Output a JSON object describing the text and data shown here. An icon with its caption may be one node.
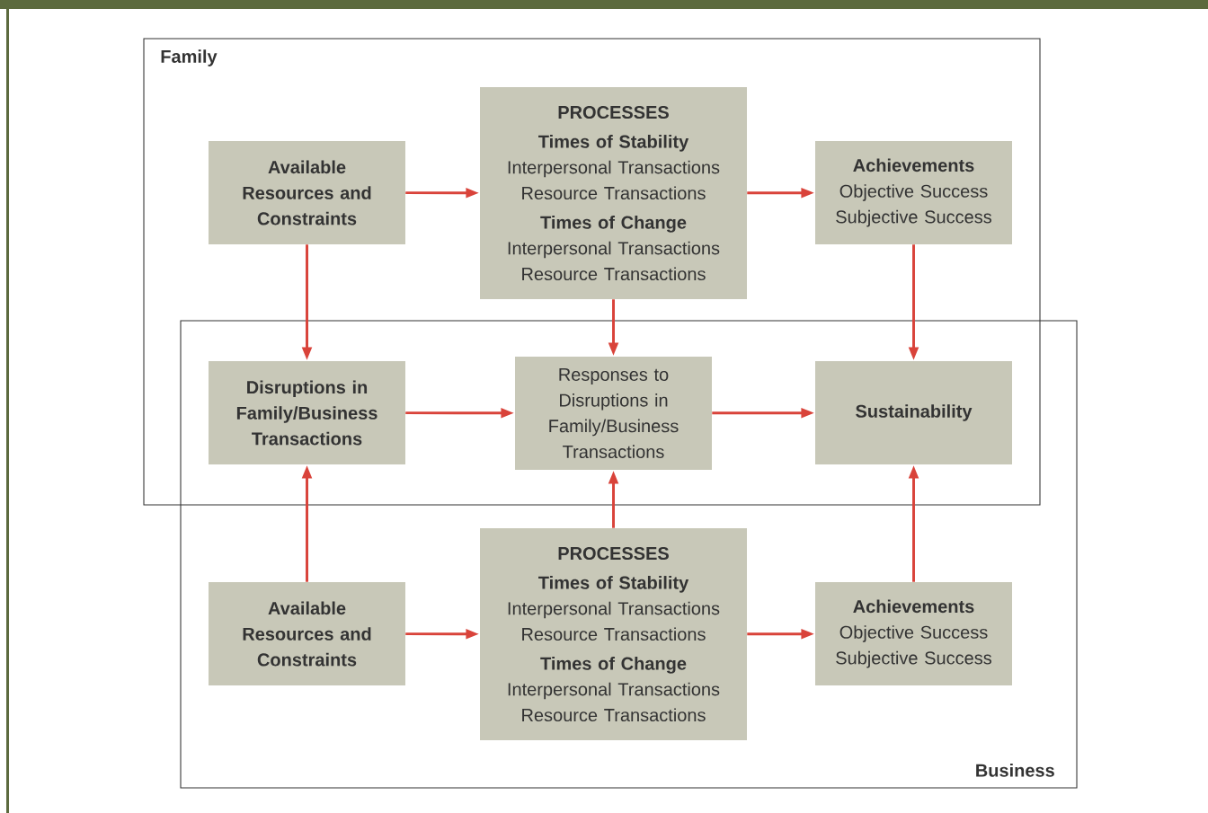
{
  "diagram": {
    "nodes": [
      {
        "text": [
          "Family"
        ]
      },
      {
        "text": [
          "Business"
        ]
      },
      {
        "text": [
          "Available Resources and Constraints"
        ],
        "in": 0
      },
      {
        "text": [
          "PROCESSES",
          "Times of Stability",
          "Interpersonal Transactions Resource Transactions",
          "Times of Change",
          "Interpersonal Transactions Resource Transactions"
        ],
        "in": 0
      },
      {
        "text": [
          "Achievements",
          "Objective Success Subjective Success"
        ],
        "in": 0
      },
      {
        "text": [
          "Disruptions in Family/Business Transactions"
        ]
      },
      {
        "text": [
          "Responses to Disruptions in Family/Business Transactions"
        ]
      },
      {
        "text": [
          "Sustainability"
        ]
      },
      {
        "text": [
          "Available Resources and Constraints"
        ],
        "in": 1
      },
      {
        "text": [
          "PROCESSES",
          "Times of Stability",
          "Interpersonal Transactions Resource Transactions",
          "Times of Change",
          "Interpersonal Transactions Resource Transactions"
        ],
        "in": 1
      },
      {
        "text": [
          "Achievements",
          "Objective Success Subjective Success"
        ],
        "in": 1
      }
    ],
    "edges": [
      {
        "from": 2,
        "to": 3,
        "arrow": "to"
      },
      {
        "from": 3,
        "to": 4,
        "arrow": "to"
      },
      {
        "from": 2,
        "to": 5,
        "arrow": "to"
      },
      {
        "from": 3,
        "to": 6,
        "arrow": "to"
      },
      {
        "from": 4,
        "to": 7,
        "arrow": "to"
      },
      {
        "from": 5,
        "to": 6,
        "arrow": "to"
      },
      {
        "from": 6,
        "to": 7,
        "arrow": "to"
      },
      {
        "from": 8,
        "to": 5,
        "arrow": "to"
      },
      {
        "from": 9,
        "to": 6,
        "arrow": "to"
      },
      {
        "from": 10,
        "to": 7,
        "arrow": "to"
      },
      {
        "from": 8,
        "to": 9,
        "arrow": "to"
      },
      {
        "from": 9,
        "to": 10,
        "arrow": "to"
      }
    ]
  }
}
